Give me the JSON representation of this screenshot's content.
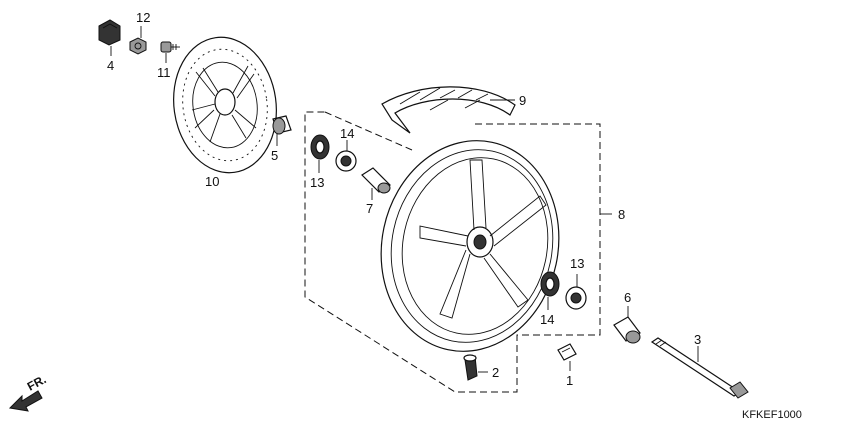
{
  "diagram_code": "KFKEF1000",
  "front_marker": "FR.",
  "parts": {
    "p1": "1",
    "p2": "2",
    "p3": "3",
    "p4": "4",
    "p5": "5",
    "p6": "6",
    "p7": "7",
    "p8": "8",
    "p9": "9",
    "p10": "10",
    "p11": "11",
    "p12": "12",
    "p13_left": "13",
    "p13_right": "13",
    "p14_left": "14",
    "p14_right": "14"
  }
}
